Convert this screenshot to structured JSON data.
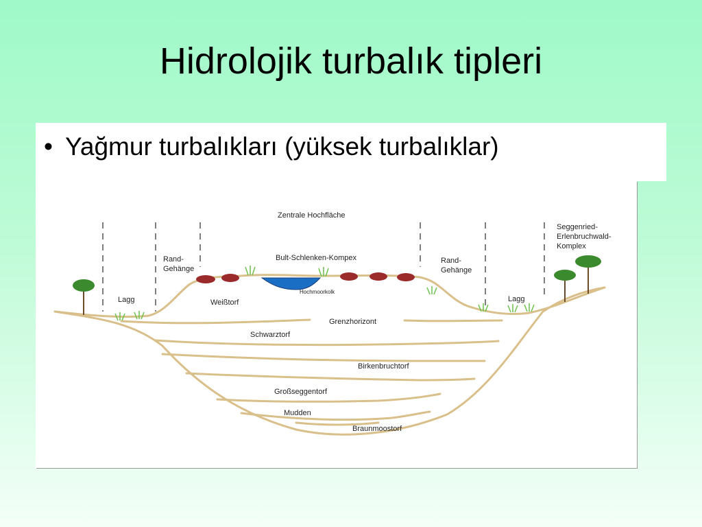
{
  "slide": {
    "title": "Hidrolojik turbalık tipleri",
    "bullet_char": "•",
    "bullet": "Yağmur turbalıkları (yüksek turbalıklar)"
  },
  "diagram": {
    "labels": {
      "zentrale": "Zentrale Hochfläche",
      "bult": "Bult-Schlenken-Kompex",
      "hochmoorkolk": "Hochmoorkolk",
      "rand_left_1": "Rand-",
      "rand_left_2": "Gehänge",
      "rand_right_1": "Rand-",
      "rand_right_2": "Gehänge",
      "lagg_left": "Lagg",
      "lagg_right": "Lagg",
      "weisstorf": "Weißtorf",
      "grenzhorizont": "Grenzhorizont",
      "schwarztorf": "Schwarztorf",
      "birkenbruchtorf": "Birkenbruchtorf",
      "grossseggentorf": "Großseggentorf",
      "mudden": "Mudden",
      "braunmoostorf": "Braunmoostorf",
      "seggen_1": "Seggenried-",
      "seggen_2": "Erlenbruchwald-",
      "seggen_3": "Komplex"
    },
    "colors": {
      "layer_line": "#d9bf8a",
      "water": "#1a6fc4",
      "hummock": "#9b2a2a",
      "tree_crown": "#3c8a2e",
      "grass": "#6cc24a",
      "dash": "#555555"
    }
  }
}
